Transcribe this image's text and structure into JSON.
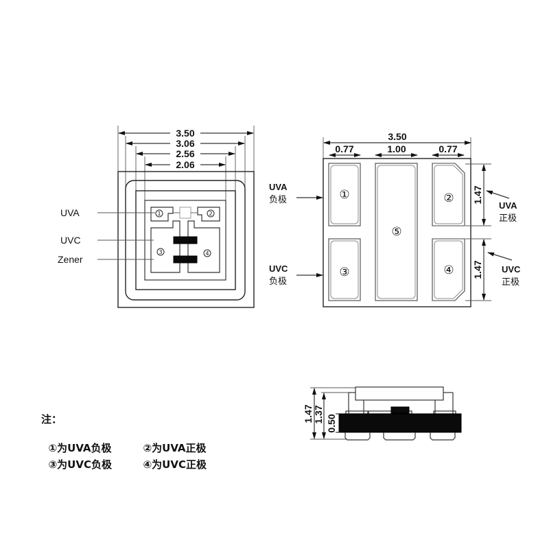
{
  "top_view": {
    "dims": {
      "w1": "3.50",
      "w2": "3.06",
      "w3": "2.56",
      "w4": "2.06"
    },
    "labels": {
      "uva": "UVA",
      "uvc": "UVC",
      "zener": "Zener"
    },
    "pad_numbers": {
      "p1": "①",
      "p2": "②",
      "p3": "③",
      "p4": "④"
    }
  },
  "bottom_view": {
    "dims": {
      "overall_width": "3.50",
      "left_pad_width": "0.77",
      "center_pad_width": "1.00",
      "right_pad_width": "0.77",
      "upper_pad_height": "1.47",
      "lower_pad_height": "1.47"
    },
    "pad_numbers": {
      "p1": "①",
      "p2": "②",
      "p3": "③",
      "p4": "④",
      "p5": "⑤"
    },
    "callouts": {
      "uva_neg_line1": "UVA",
      "uva_neg_line2": "负极",
      "uvc_neg_line1": "UVC",
      "uvc_neg_line2": "负极",
      "uva_pos_line1": "UVA",
      "uva_pos_line2": "正极",
      "uvc_pos_line1": "UVC",
      "uvc_pos_line2": "正极"
    }
  },
  "side_view": {
    "dims": {
      "total_height": "1.47",
      "body_height": "1.37",
      "base_height": "0.50"
    }
  },
  "notes": {
    "title": "注：",
    "items": [
      "①为UVA负极",
      "②为UVA正极",
      "③为UVC负极",
      "④为UVC正极"
    ]
  }
}
